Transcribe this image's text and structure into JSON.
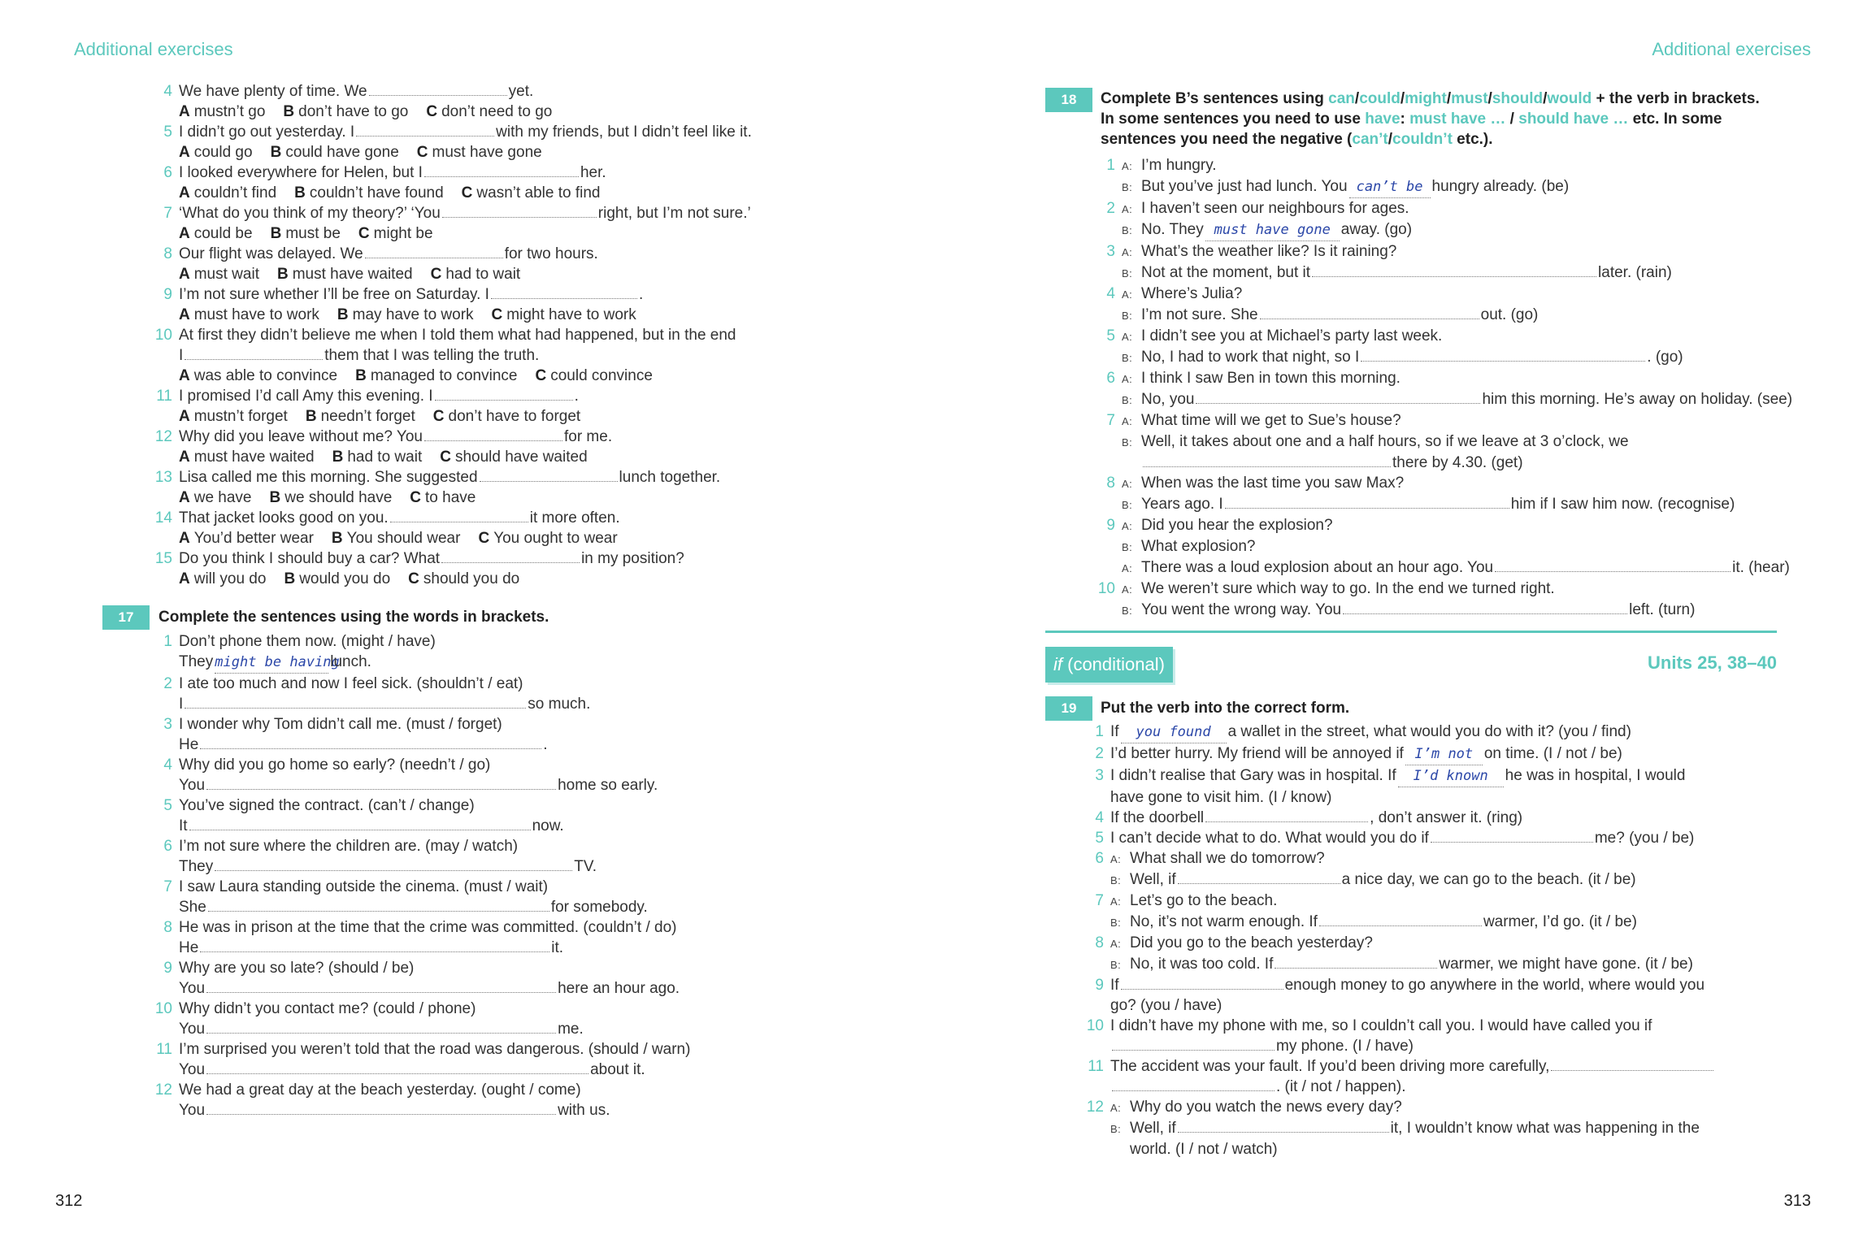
{
  "left": {
    "running_head": "Additional exercises",
    "page_number": "312",
    "ex16_items": [
      {
        "n": "4",
        "a": "We have plenty of time.  We",
        "b": "yet.",
        "options": [
          [
            "A",
            "mustn’t go"
          ],
          [
            "B",
            "don’t have to go"
          ],
          [
            "C",
            "don’t need to go"
          ]
        ]
      },
      {
        "n": "5",
        "a": "I didn’t go out yesterday.  I",
        "b": "with my friends, but I didn’t feel like it.",
        "options": [
          [
            "A",
            "could go"
          ],
          [
            "B",
            "could have gone"
          ],
          [
            "C",
            "must have gone"
          ]
        ]
      },
      {
        "n": "6",
        "a": "I looked everywhere for Helen, but I",
        "b": "her.",
        "options": [
          [
            "A",
            "couldn’t find"
          ],
          [
            "B",
            "couldn’t have found"
          ],
          [
            "C",
            "wasn’t able to find"
          ]
        ]
      },
      {
        "n": "7",
        "a": "‘What do you think of my theory?’    ‘You",
        "b": "right, but I’m not sure.’",
        "options": [
          [
            "A",
            "could be"
          ],
          [
            "B",
            "must be"
          ],
          [
            "C",
            "might be"
          ]
        ]
      },
      {
        "n": "8",
        "a": "Our flight was delayed.  We",
        "b": "for two hours.",
        "options": [
          [
            "A",
            "must wait"
          ],
          [
            "B",
            "must have waited"
          ],
          [
            "C",
            "had to wait"
          ]
        ]
      },
      {
        "n": "9",
        "a": "I’m not sure whether I’ll be free on Saturday.  I",
        "b": ".",
        "options": [
          [
            "A",
            "must have to work"
          ],
          [
            "B",
            "may have to work"
          ],
          [
            "C",
            "might have to work"
          ]
        ]
      },
      {
        "n": "11",
        "a": "I promised I’d call Amy this evening.  I",
        "b": ".",
        "options": [
          [
            "A",
            "mustn’t forget"
          ],
          [
            "B",
            "needn’t forget"
          ],
          [
            "C",
            "don’t have to forget"
          ]
        ]
      },
      {
        "n": "12",
        "a": "Why did you leave without me?  You",
        "b": "for me.",
        "options": [
          [
            "A",
            "must have waited"
          ],
          [
            "B",
            "had to wait"
          ],
          [
            "C",
            "should have waited"
          ]
        ]
      },
      {
        "n": "13",
        "a": "Lisa called me this morning.  She suggested",
        "b": "lunch together.",
        "options": [
          [
            "A",
            "we have"
          ],
          [
            "B",
            "we should have"
          ],
          [
            "C",
            "to have"
          ]
        ]
      },
      {
        "n": "14",
        "a": "That jacket looks good on you.",
        "b": "it more often.",
        "options": [
          [
            "A",
            "You’d better wear"
          ],
          [
            "B",
            "You should wear"
          ],
          [
            "C",
            "You ought to wear"
          ]
        ]
      },
      {
        "n": "15",
        "a": "Do you think I should buy a car?  What",
        "b": "in my position?",
        "options": [
          [
            "A",
            "will you do"
          ],
          [
            "B",
            "would you do"
          ],
          [
            "C",
            "should you do"
          ]
        ]
      }
    ],
    "ex16_item10": {
      "n": "10",
      "line1": "At first they didn’t believe me when I told them what had happened, but in the end",
      "pre": "I",
      "post": "them that I was telling the truth.",
      "options": [
        [
          "A",
          "was able to convince"
        ],
        [
          "B",
          "managed to convince"
        ],
        [
          "C",
          "could convince"
        ]
      ]
    },
    "ex17": {
      "badge": "17",
      "heading": "Complete the sentences using the words in brackets.",
      "items": [
        {
          "n": "1",
          "q": "Don’t phone them now.  (might / have)",
          "pre": "They",
          "ans": "might be having",
          "post": "lunch."
        },
        {
          "n": "2",
          "q": "I ate too much and now I feel sick.  (shouldn’t / eat)",
          "pre": "I",
          "ans": "",
          "post": "so much."
        },
        {
          "n": "3",
          "q": "I wonder why Tom didn’t call me.  (must / forget)",
          "pre": "He",
          "ans": "",
          "post": "."
        },
        {
          "n": "4",
          "q": "Why did you go home so early?  (needn’t / go)",
          "pre": "You",
          "ans": "",
          "post": "home so early."
        },
        {
          "n": "5",
          "q": "You’ve signed the contract.  (can’t / change)",
          "pre": "It",
          "ans": "",
          "post": "now."
        },
        {
          "n": "6",
          "q": " I’m not sure where the children are.  (may / watch)",
          "pre": "They",
          "ans": "",
          "post": "TV."
        },
        {
          "n": "7",
          "q": "I saw Laura standing outside the cinema.  (must / wait)",
          "pre": "She",
          "ans": "",
          "post": "for somebody."
        },
        {
          "n": "8",
          "q": "He was in prison at the time that the crime was committed.  (couldn’t / do)",
          "pre": "He",
          "ans": "",
          "post": "it."
        },
        {
          "n": "9",
          "q": "Why are you so late?  (should / be)",
          "pre": "You",
          "ans": "",
          "post": "here an hour ago."
        },
        {
          "n": "10",
          "q": "Why didn’t you contact me?  (could / phone)",
          "pre": "You",
          "ans": "",
          "post": "me."
        },
        {
          "n": "11",
          "q": "I’m surprised you weren’t told that the road was dangerous.  (should / warn)",
          "pre": "You",
          "ans": "",
          "post": "about it."
        },
        {
          "n": "12",
          "q": "We had a great day at the beach yesterday.  (ought / come)",
          "pre": "You",
          "ans": "",
          "post": "with us."
        }
      ]
    }
  },
  "right": {
    "running_head": "Additional exercises",
    "page_number": "313",
    "ex18": {
      "badge": "18",
      "heading_line1": [
        "Complete B’s sentences using ",
        "can",
        "/",
        "could",
        "/",
        "might",
        "/",
        "must",
        "/",
        "should",
        "/",
        "would",
        " + the verb in brackets."
      ],
      "heading_line2": [
        "In some sentences you need to use ",
        "have",
        ": ",
        "must have …",
        " / ",
        "should have …",
        " etc.  In some"
      ],
      "heading_line3": [
        "sentences you need the negative (",
        "can’t",
        "/",
        "couldn’t",
        " etc.)."
      ],
      "items": [
        {
          "n": "1",
          "a": "I’m hungry.",
          "pre": "But you’ve just had lunch.  You",
          "ans": "can’t be",
          "post": "hungry already.  (be)"
        },
        {
          "n": "2",
          "a": "I haven’t seen our neighbours for ages.",
          "pre": "No.  They",
          "ans": "must have gone",
          "post": "away.  (go)"
        },
        {
          "n": "3",
          "a": "What’s the weather like?  Is it raining?",
          "pre": "Not at the moment, but it",
          "ans": "",
          "post": "later.  (rain)"
        },
        {
          "n": "4",
          "a": "Where’s Julia?",
          "pre": "I’m not sure.  She",
          "ans": "",
          "post": "out.  (go)"
        },
        {
          "n": "5",
          "a": "I didn’t see you at Michael’s party last week.",
          "pre": "No, I had to work that night, so I",
          "ans": "",
          "post": ".  (go)"
        },
        {
          "n": "6",
          "a": "I think I saw Ben in town this morning.",
          "pre": "No, you",
          "ans": "",
          "post": "him this morning.  He’s away on holiday.  (see)"
        }
      ],
      "item7": {
        "n": "7",
        "a": "What time will we get to Sue’s house?",
        "b1": "Well, it takes about one and a half hours, so if we leave at 3 o’clock, we",
        "post": "there by 4.30.  (get)"
      },
      "item8": {
        "n": "8",
        "a": "When was the last time you saw Max?",
        "pre": "Years ago.  I",
        "post": "him if I saw him now.  (recognise)"
      },
      "item9": {
        "n": "9",
        "a": "Did you hear the explosion?",
        "b": "What explosion?",
        "a2": "There was a loud explosion about an hour ago.  You",
        "post": "it.  (hear)"
      },
      "item10": {
        "n": "10",
        "a": "We weren’t sure which way to go.  In the end we turned right.",
        "pre": "You went the wrong way.  You",
        "post": "left.  (turn)"
      }
    },
    "section": {
      "title_italic": "if",
      "title_rest": " (conditional)",
      "units": "Units 25, 38–40"
    },
    "ex19": {
      "badge": "19",
      "heading": "Put the verb into the correct form.",
      "i1": {
        "n": "1",
        "pre": "If",
        "ans": "you found",
        "post": "a wallet in the street, what would you do with it?  (you / find)"
      },
      "i2": {
        "n": "2",
        "pre": "I’d better hurry.  My friend will be annoyed if",
        "ans": "I’m not",
        "post": "on time.  (I / not / be)"
      },
      "i3": {
        "n": "3",
        "pre": "I didn’t realise that Gary was in hospital.  If",
        "ans": "I’d known",
        "post": "he was in hospital, I would",
        "cont": "have gone to visit him.  (I / know)"
      },
      "i4": {
        "n": "4",
        "pre": "If the doorbell",
        "post": ", don’t answer it.  (ring)"
      },
      "i5": {
        "n": "5",
        "pre": "I can’t decide what to do.  What would you do if",
        "post": "me?  (you / be)"
      },
      "i6": {
        "n": "6",
        "a": "What shall we do tomorrow?",
        "pre": "Well, if",
        "post": "a nice day, we can go to the beach.  (it / be)"
      },
      "i7": {
        "n": "7",
        "a": "Let’s go to the beach.",
        "pre": "No, it’s not warm enough.  If",
        "post": "warmer, I’d go.  (it / be)"
      },
      "i8": {
        "n": "8",
        "a": "Did you go to the beach yesterday?",
        "pre": "No, it was too cold.  If",
        "post": "warmer, we might have gone.  (it / be)"
      },
      "i9": {
        "n": "9",
        "pre": "If",
        "post": "enough money to go anywhere in the world, where would you",
        "cont": "go?  (you / have)"
      },
      "i10": {
        "n": "10",
        "line1": "I didn’t have my phone with me, so I couldn’t call you.  I would have called you if",
        "post": "my phone.  (I / have)"
      },
      "i11": {
        "n": "11",
        "pre": "The accident was your fault.  If you’d been driving more carefully,",
        "post": ".  (it / not / happen)."
      },
      "i12": {
        "n": "12",
        "a": "Why do you watch the news every day?",
        "pre": "Well, if",
        "post": "it, I wouldn’t know what was happening in the",
        "cont": "world.  (I / not / watch)"
      }
    },
    "speaker_a": "A:",
    "speaker_b": "B:"
  }
}
